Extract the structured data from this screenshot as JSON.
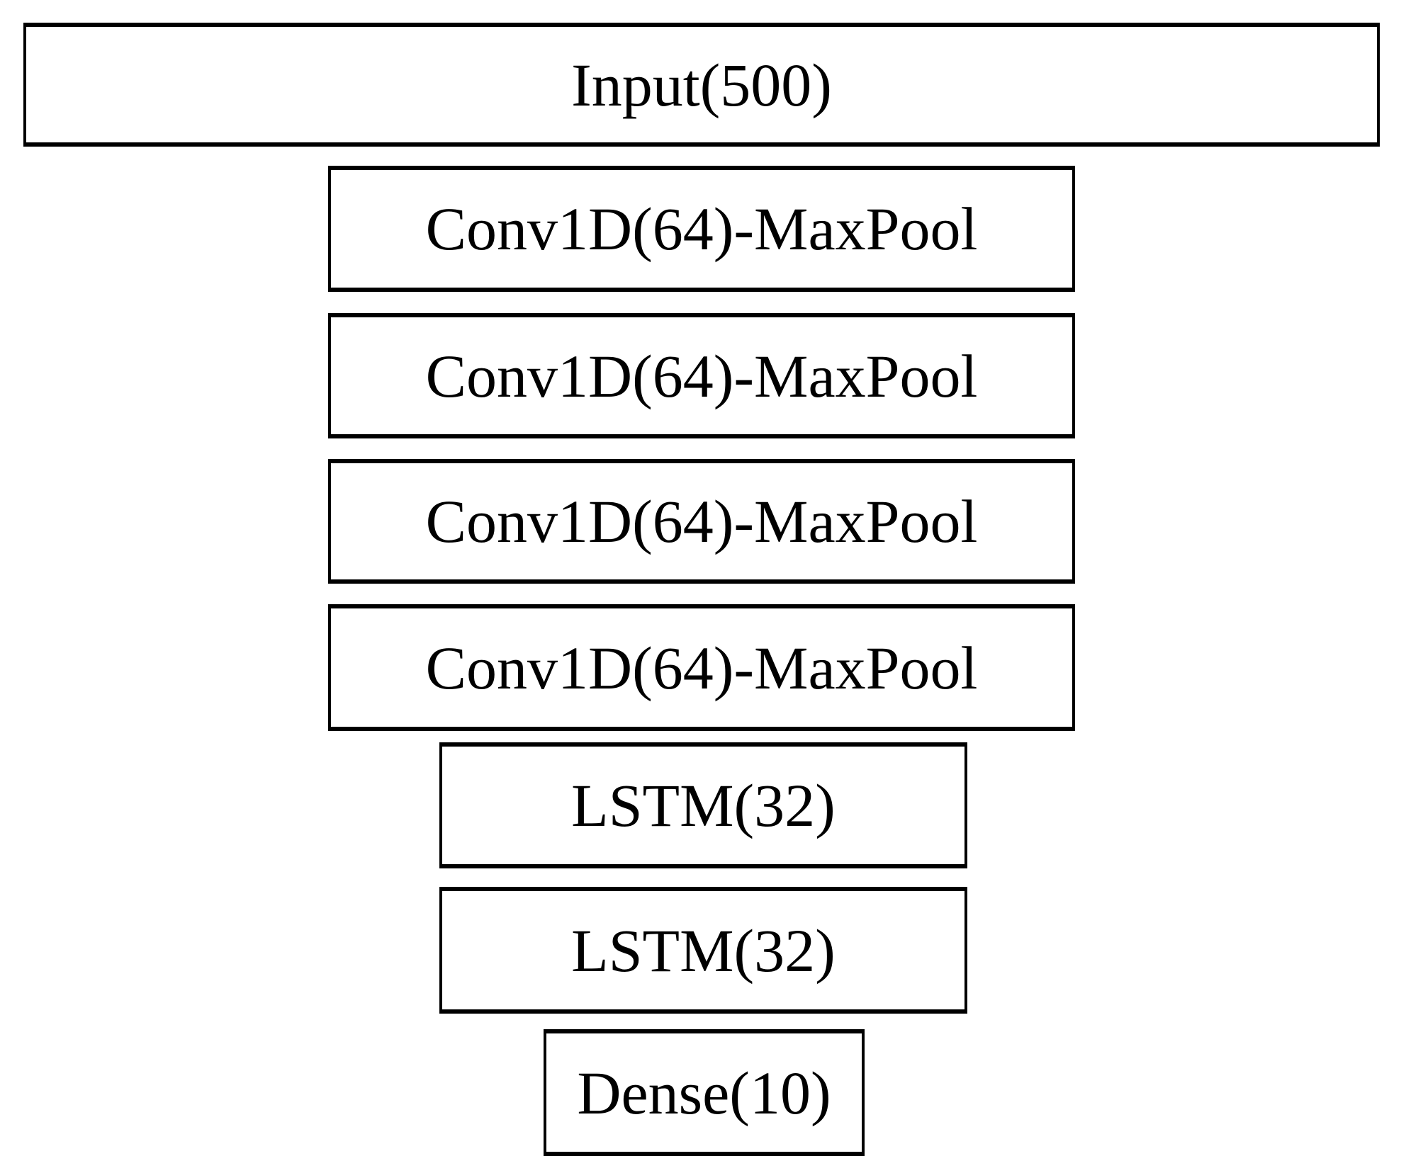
{
  "diagram": {
    "type": "neural-network-architecture",
    "colors": {
      "border": "#000000",
      "background": "#ffffff",
      "text": "#000000"
    },
    "layers": [
      {
        "id": "input",
        "label": "Input(500)"
      },
      {
        "id": "conv1",
        "label": "Conv1D(64)-MaxPool"
      },
      {
        "id": "conv2",
        "label": "Conv1D(64)-MaxPool"
      },
      {
        "id": "conv3",
        "label": "Conv1D(64)-MaxPool"
      },
      {
        "id": "conv4",
        "label": "Conv1D(64)-MaxPool"
      },
      {
        "id": "lstm1",
        "label": "LSTM(32)"
      },
      {
        "id": "lstm2",
        "label": "LSTM(32)"
      },
      {
        "id": "dense",
        "label": "Dense(10)"
      }
    ]
  }
}
